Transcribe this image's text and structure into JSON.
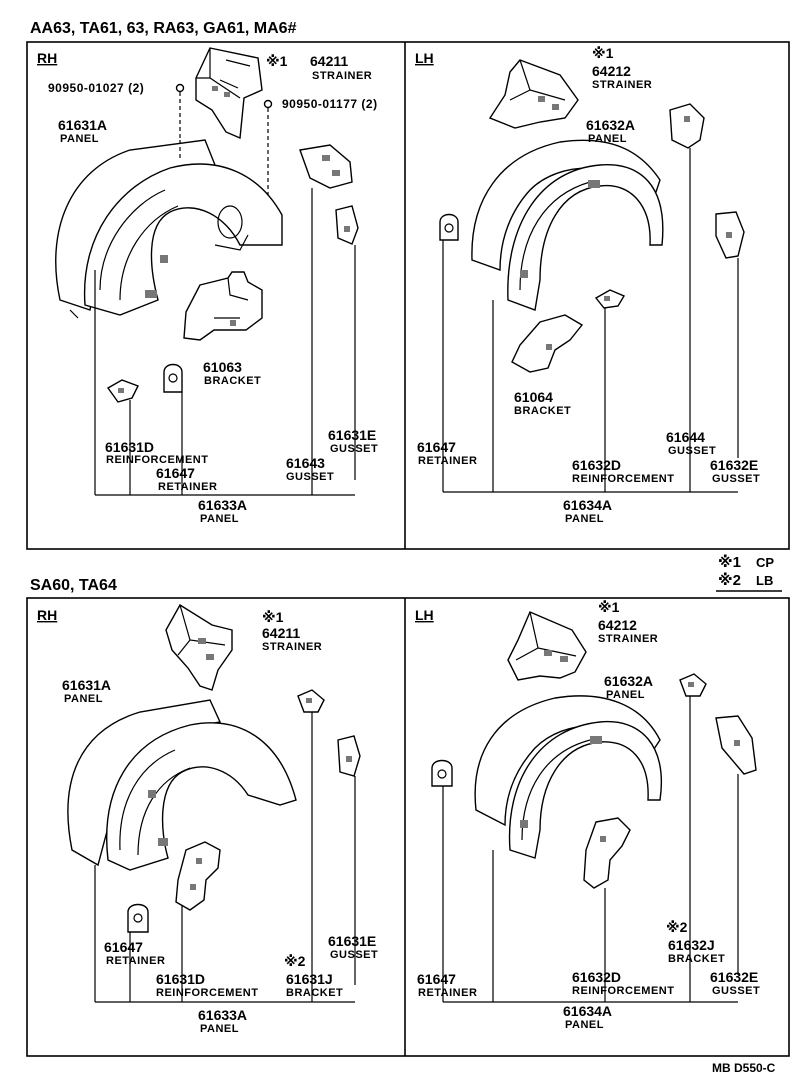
{
  "top_section": {
    "heading": "AA63, TA61, 63, RA63, GA61, MA6#",
    "rh": {
      "side_label": "RH",
      "bolt1": "90950-01027 (2)",
      "bolt2": "90950-01177 (2)",
      "strainer_mark": "※1",
      "strainer_no": "64211",
      "strainer_name": "STRAINER",
      "panel_no": "61631A",
      "panel_name": "PANEL",
      "bracket_no": "61063",
      "bracket_name": "BRACKET",
      "reinf_no": "61631D",
      "reinf_name": "REINFORCEMENT",
      "retainer_no": "61647",
      "retainer_name": "RETAINER",
      "gusset1_no": "61643",
      "gusset1_name": "GUSSET",
      "gusset2_no": "61631E",
      "gusset2_name": "GUSSET",
      "assy_no": "61633A",
      "assy_name": "PANEL"
    },
    "lh": {
      "side_label": "LH",
      "strainer_mark": "※1",
      "strainer_no": "64212",
      "strainer_name": "STRAINER",
      "panel_no": "61632A",
      "panel_name": "PANEL",
      "bracket_no": "61064",
      "bracket_name": "BRACKET",
      "retainer_no": "61647",
      "retainer_name": "RETAINER",
      "reinf_no": "61632D",
      "reinf_name": "REINFORCEMENT",
      "gusset1_no": "61644",
      "gusset1_name": "GUSSET",
      "gusset2_no": "61632E",
      "gusset2_name": "GUSSET",
      "assy_no": "61634A",
      "assy_name": "PANEL"
    }
  },
  "legend": {
    "mark1": "※1",
    "code1": "CP",
    "mark2": "※2",
    "code2": "LB"
  },
  "bottom_section": {
    "heading": "SA60, TA64",
    "rh": {
      "side_label": "RH",
      "strainer_mark": "※1",
      "strainer_no": "64211",
      "strainer_name": "STRAINER",
      "panel_no": "61631A",
      "panel_name": "PANEL",
      "retainer_no": "61647",
      "retainer_name": "RETAINER",
      "reinf_no": "61631D",
      "reinf_name": "REINFORCEMENT",
      "bracket_mark": "※2",
      "bracket_no": "61631J",
      "bracket_name": "BRACKET",
      "gusset_no": "61631E",
      "gusset_name": "GUSSET",
      "assy_no": "61633A",
      "assy_name": "PANEL"
    },
    "lh": {
      "side_label": "LH",
      "strainer_mark": "※1",
      "strainer_no": "64212",
      "strainer_name": "STRAINER",
      "panel_no": "61632A",
      "panel_name": "PANEL",
      "bracket_mark": "※2",
      "bracket_no": "61632J",
      "bracket_name": "BRACKET",
      "retainer_no": "61647",
      "retainer_name": "RETAINER",
      "reinf_no": "61632D",
      "reinf_name": "REINFORCEMENT",
      "gusset_no": "61632E",
      "gusset_name": "GUSSET",
      "assy_no": "61634A",
      "assy_name": "PANEL"
    }
  },
  "footer_code": "MB  D550-C"
}
